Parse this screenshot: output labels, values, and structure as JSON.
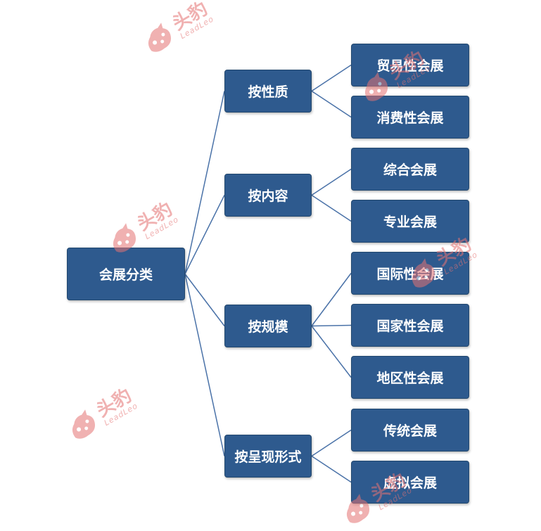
{
  "diagram": {
    "root": "会展分类",
    "categories": [
      {
        "label": "按性质",
        "children": [
          "贸易性会展",
          "消费性会展"
        ]
      },
      {
        "label": "按内容",
        "children": [
          "综合会展",
          "专业会展"
        ]
      },
      {
        "label": "按规模",
        "children": [
          "国际性会展",
          "国家性会展",
          "地区性会展"
        ]
      },
      {
        "label": "按呈现形式",
        "children": [
          "传统会展",
          "虚拟会展"
        ]
      }
    ]
  },
  "watermark": {
    "cn": "头豹",
    "en": "LeadLeo",
    "icon": "leopard-logo-icon"
  },
  "colors": {
    "node_fill": "#2e5a8e",
    "node_border": "#24496f",
    "connector": "#4a72a8",
    "watermark": "#e57373"
  }
}
